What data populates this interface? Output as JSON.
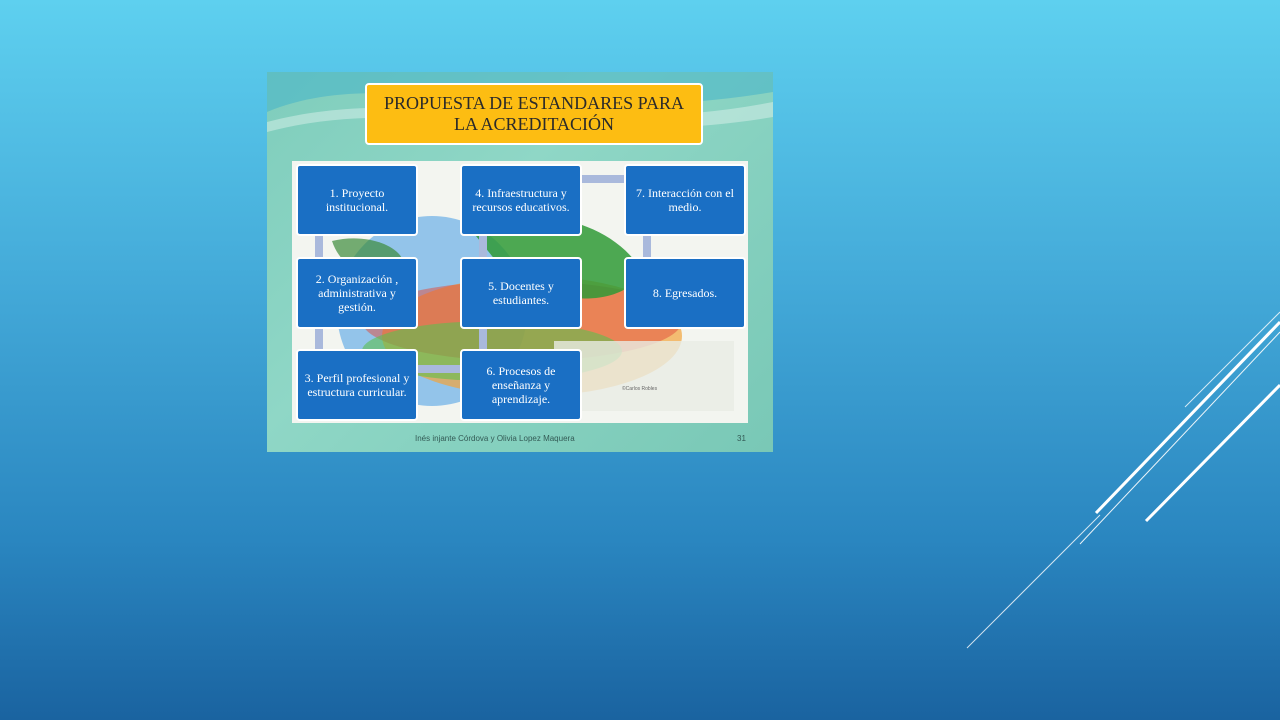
{
  "slide": {
    "title": "PROPUESTA DE ESTANDARES PARA LA ACREDITACIÓN",
    "boxes": [
      "1. Proyecto institucional.",
      "2. Organización , administrativa y gestión.",
      "3. Perfil profesional y estructura curricular.",
      "4. Infraestructura y recursos educativos.",
      "5. Docentes y estudiantes.",
      "6. Procesos de enseñanza y aprendizaje.",
      "7. Interacción con el medio.",
      "8. Egresados."
    ],
    "footer": "Inés injante Córdova y Olivia Lopez Maquera",
    "page_number": "31",
    "watermark": "©Carlos Robles"
  },
  "colors": {
    "background_top": "#5ed0ef",
    "background_bottom": "#1a63a0",
    "title_fill": "#fdbd12",
    "box_fill": "#1a6fc4",
    "slide_bg": "#7fcdbc"
  }
}
